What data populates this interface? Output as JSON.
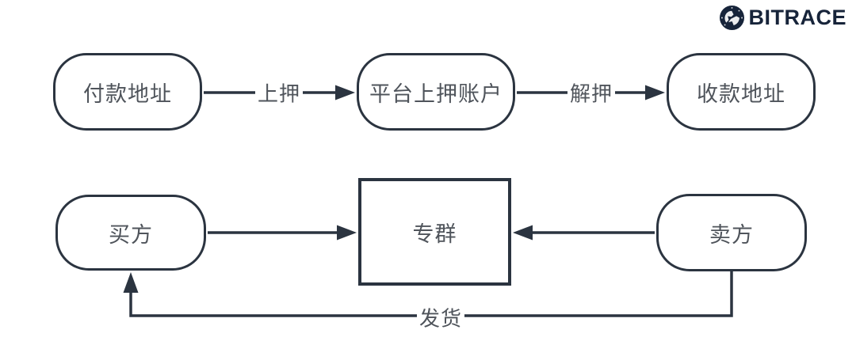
{
  "logo": {
    "text": "BITRACE",
    "icon": "bitrace-globe-icon"
  },
  "colors": {
    "stroke": "#2b3440",
    "node_text": "#4f545b",
    "logo_navy": "#17243a",
    "background": "#ffffff"
  },
  "diagram": {
    "top_row": {
      "nodes": [
        {
          "id": "payment-address",
          "label": "付款地址",
          "shape": "pill"
        },
        {
          "id": "platform-escrow-account",
          "label": "平台上押账户",
          "shape": "pill"
        },
        {
          "id": "receiving-address",
          "label": "收款地址",
          "shape": "pill"
        }
      ],
      "edges": [
        {
          "from": "payment-address",
          "to": "platform-escrow-account",
          "label": "上押",
          "direction": "right"
        },
        {
          "from": "platform-escrow-account",
          "to": "receiving-address",
          "label": "解押",
          "direction": "right"
        }
      ]
    },
    "bottom_row": {
      "nodes": [
        {
          "id": "buyer",
          "label": "买方",
          "shape": "pill"
        },
        {
          "id": "group",
          "label": "专群",
          "shape": "rect"
        },
        {
          "id": "seller",
          "label": "卖方",
          "shape": "pill"
        }
      ],
      "edges": [
        {
          "from": "buyer",
          "to": "group",
          "label": "",
          "direction": "right"
        },
        {
          "from": "seller",
          "to": "group",
          "label": "",
          "direction": "left"
        },
        {
          "from": "seller",
          "to": "buyer",
          "label": "发货",
          "direction": "up",
          "route": "down-left-up"
        }
      ]
    }
  }
}
